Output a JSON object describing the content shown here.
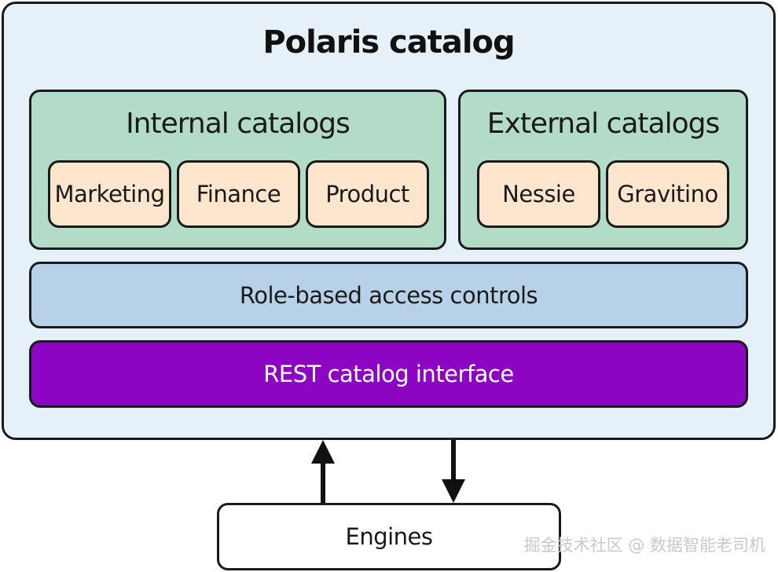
{
  "diagram": {
    "title": "Polaris catalog",
    "internal": {
      "title": "Internal catalogs",
      "items": [
        "Marketing",
        "Finance",
        "Product"
      ]
    },
    "external": {
      "title": "External catalogs",
      "items": [
        "Nessie",
        "Gravitino"
      ]
    },
    "rbac_label": "Role-based access controls",
    "rest_label": "REST catalog interface",
    "engines_label": "Engines"
  },
  "watermark": "掘金技术社区 @ 数据智能老司机",
  "colors": {
    "outer_bg": "#e6f0f8",
    "group_bg": "#b2dcc7",
    "item_bg": "#fde6cd",
    "rbac_bg": "#b7d2e8",
    "rest_bg": "#8c05c3",
    "stroke": "#1a1a1a"
  }
}
